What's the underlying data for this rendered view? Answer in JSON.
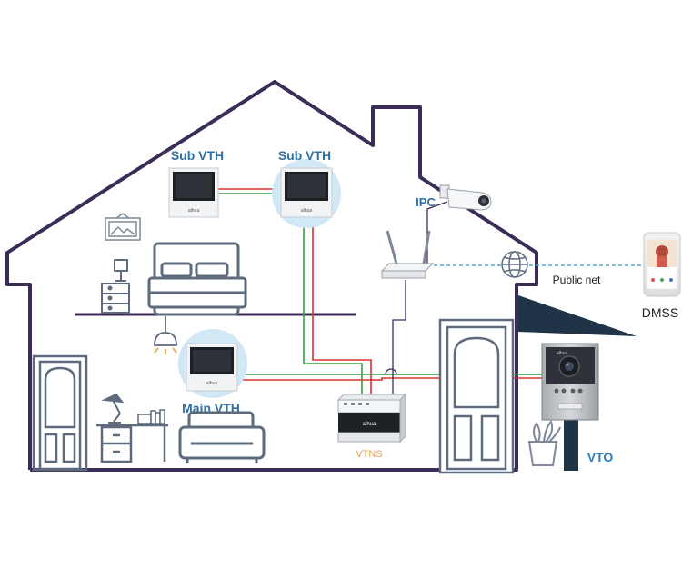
{
  "labels": {
    "sub_vth_left": "Sub VTH",
    "sub_vth_right": "Sub VTH",
    "main_vth": "Main VTH",
    "ipc": "IPC",
    "public_net": "Public net",
    "dmss": "DMSS",
    "vtns": "VTNS",
    "vto": "VTO"
  },
  "colors": {
    "house_outline": "#3b2d57",
    "label_blue": "#2f6fa3",
    "vtns_label": "#e8a34a",
    "vto_label": "#2a7fc1",
    "wire_red": "#d9322e",
    "wire_green": "#3aa047",
    "dashed_line": "#4fa8c8",
    "awning": "#1f3447",
    "highlight_glow": "#d6ecf7",
    "icon_gray": "#5e6a7d"
  },
  "icons": [
    "bed-icon",
    "lamp-icon",
    "picture-frame-icon",
    "desk-lamp-icon",
    "sofa-icon",
    "ceiling-lamp-icon",
    "plant-icon",
    "globe-icon",
    "router-icon",
    "camera-icon",
    "phone-icon",
    "door-icon"
  ]
}
